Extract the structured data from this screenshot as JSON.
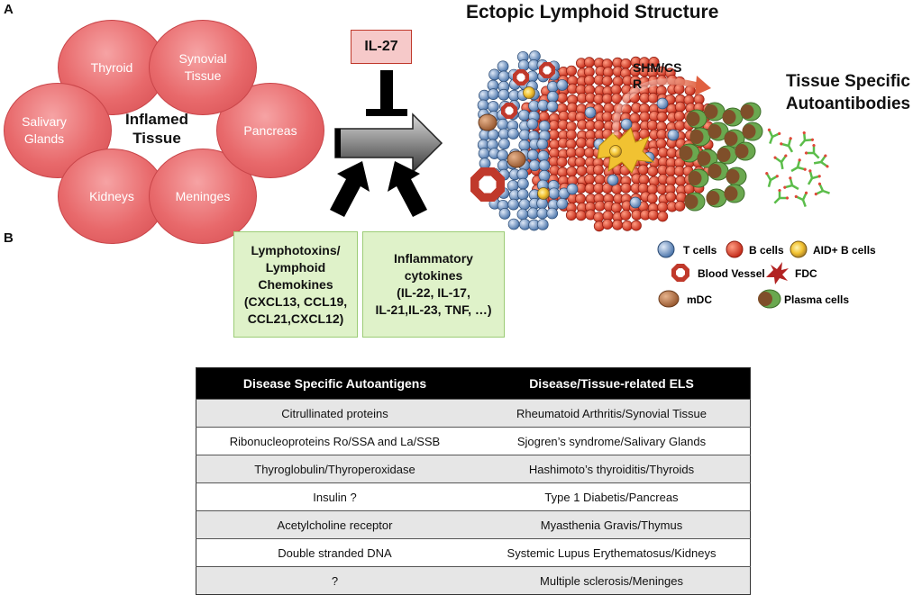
{
  "panels": {
    "a": "A",
    "b": "B"
  },
  "tissues": [
    "Thyroid",
    "Synovial Tissue",
    "Salivary Glands",
    "Pancreas",
    "Kidneys",
    "Meninges"
  ],
  "inflamed_tissue": "Inflamed Tissue",
  "il27": "IL-27",
  "lymphotoxins_box": [
    "Lymphotoxins/",
    "Lymphoid",
    "Chemokines",
    "(CXCL13, CCL19,",
    "CCL21,CXCL12)"
  ],
  "cytokines_box": [
    "Inflammatory",
    "cytokines",
    "(IL-22, IL-17,",
    "IL-21,IL-23, TNF, …)"
  ],
  "els_title": "Ectopic Lymphoid Structure",
  "shm": [
    "SHM/CS",
    "R"
  ],
  "tsa": [
    "Tissue Specific",
    "Autoantibodies"
  ],
  "legend": {
    "t_cells": "T cells",
    "b_cells": "B cells",
    "aid_b_cells": "AID+ B cells",
    "blood_vessel": "Blood Vessel",
    "fdc": "FDC",
    "mdc": "mDC",
    "plasma_cells": "Plasma cells"
  },
  "colors": {
    "tcell": "#6a8fbf",
    "bcell": "#d9432c",
    "aid": "#f1c232",
    "vessel": "#c0392b",
    "fdc": "#b22222",
    "mdc": "#b8764a",
    "plasma_outer": "#6aa84f",
    "plasma_inner": "#7f4f2a"
  },
  "table": {
    "headers": [
      "Disease Specific Autoantigens",
      "Disease/Tissue-related ELS"
    ],
    "rows": [
      [
        "Citrullinated proteins",
        "Rheumatoid Arthritis/Synovial Tissue"
      ],
      [
        "Ribonucleoproteins Ro/SSA and La/SSB",
        "Sjogren’s syndrome/Salivary Glands"
      ],
      [
        "Thyroglobulin/Thyroperoxidase",
        "Hashimoto’s thyroiditis/Thyroids"
      ],
      [
        "Insulin ?",
        "Type 1 Diabetis/Pancreas"
      ],
      [
        "Acetylcholine receptor",
        "Myasthenia Gravis/Thymus"
      ],
      [
        "Double stranded DNA",
        "Systemic Lupus Erythematosus/Kidneys"
      ],
      [
        "?",
        "Multiple sclerosis/Meninges"
      ]
    ]
  }
}
